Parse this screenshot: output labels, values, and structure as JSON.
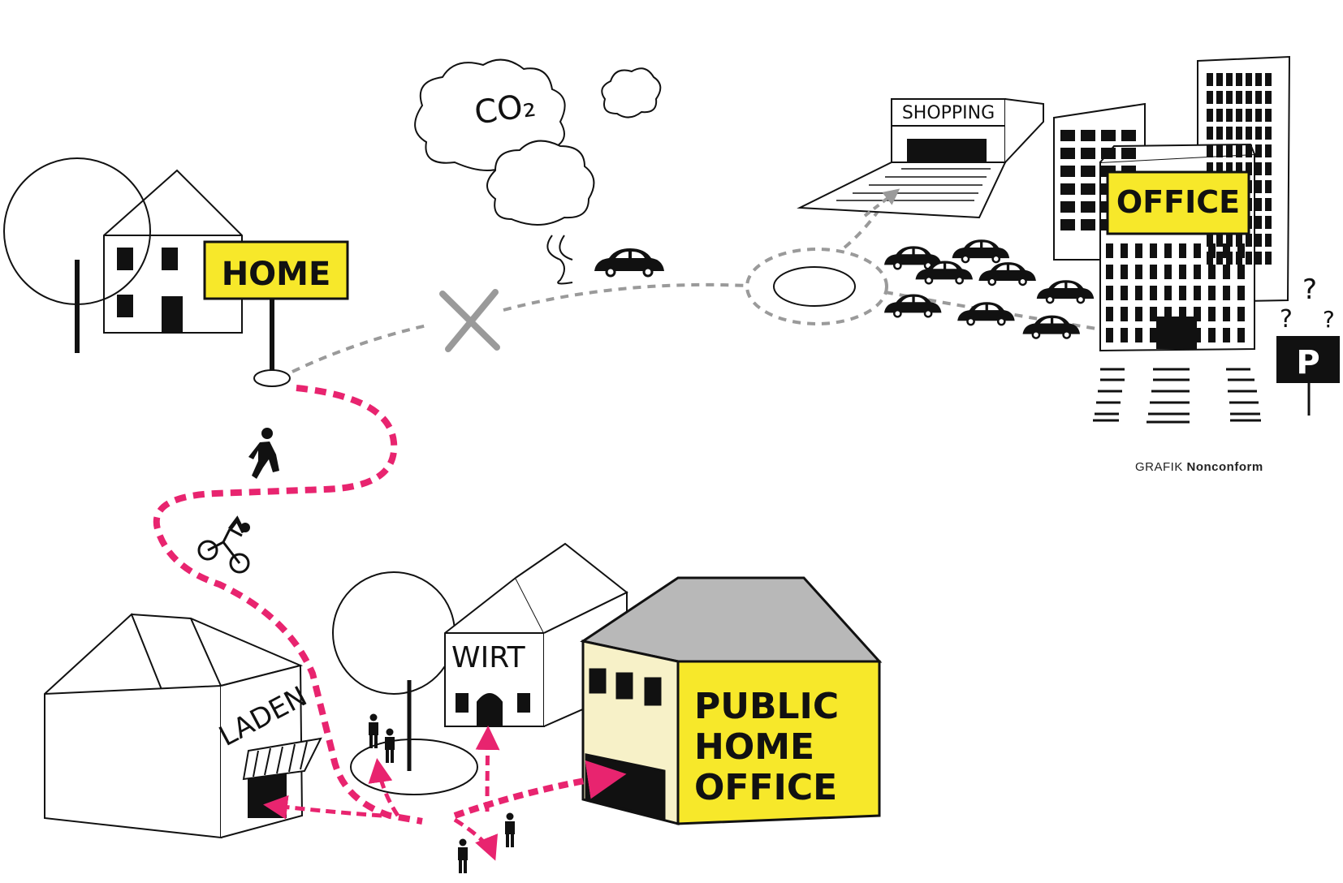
{
  "labels": {
    "co2": "CO₂",
    "shopping": "SHOPPING",
    "office": "OFFICE",
    "home": "HOME",
    "parking": "P",
    "laden": "LADEN",
    "wirt": "WIRT",
    "public_home_office": [
      "PUBLIC",
      "HOME",
      "OFFICE"
    ]
  },
  "credit": {
    "prefix": "GRAFIK",
    "name": "Nonconform"
  },
  "colors": {
    "accent_yellow": "#f7e82a",
    "pink_route": "#e8246f",
    "grey_route": "#9a9a9a",
    "ink": "#111111",
    "roof_grey": "#b8b8b8",
    "wall_cream": "#f7f1c8"
  },
  "icons": [
    "pedestrian-icon",
    "cyclist-icon",
    "car-icon",
    "parking-sign-icon",
    "question-mark-icon",
    "person-icon",
    "tree-icon",
    "cloud-icon"
  ]
}
